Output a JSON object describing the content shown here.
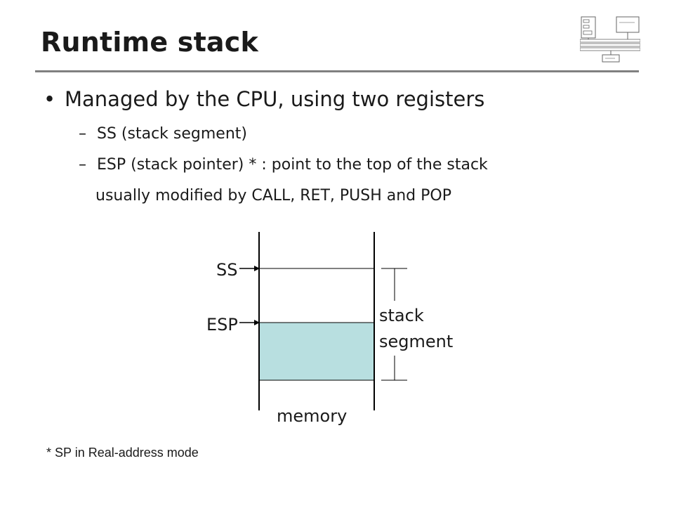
{
  "slide": {
    "title": "Runtime stack",
    "bullet": "Managed by the CPU, using two registers",
    "subitems": [
      "SS (stack segment)",
      "ESP (stack pointer) * : point to the top of the stack"
    ],
    "continuation": "usually modified by CALL, RET, PUSH and POP",
    "footnote": "* SP in Real-address mode"
  },
  "diagram": {
    "labels": {
      "ss": "SS",
      "esp": "ESP",
      "segment_line1": "stack",
      "segment_line2": "segment",
      "memory": "memory"
    },
    "colors": {
      "stack_fill": "#b8dfe0",
      "line": "#000000"
    }
  },
  "icons": {
    "logo": "computer-architecture-diagram-icon"
  }
}
